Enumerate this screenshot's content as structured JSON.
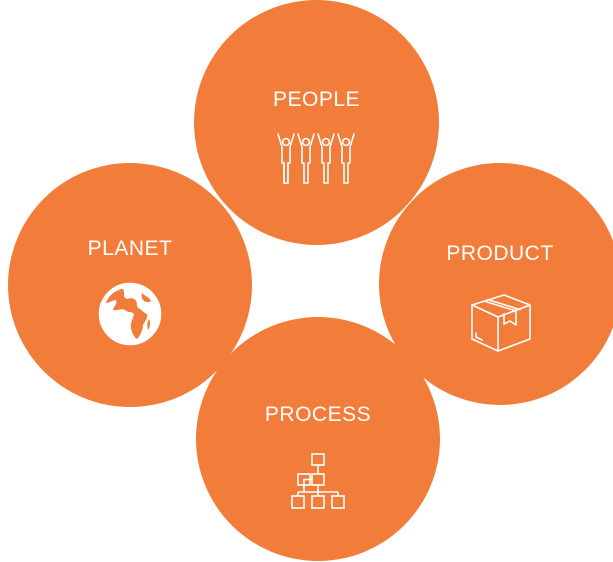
{
  "colors": {
    "circle_fill": "#f27c3a",
    "text": "#ffffff",
    "background": "#ffffff"
  },
  "nodes": [
    {
      "id": "people",
      "label": "PEOPLE",
      "icon": "people-icon"
    },
    {
      "id": "planet",
      "label": "PLANET",
      "icon": "globe-icon"
    },
    {
      "id": "product",
      "label": "PRODUCT",
      "icon": "box-icon"
    },
    {
      "id": "process",
      "label": "PROCESS",
      "icon": "org-chart-icon"
    }
  ]
}
